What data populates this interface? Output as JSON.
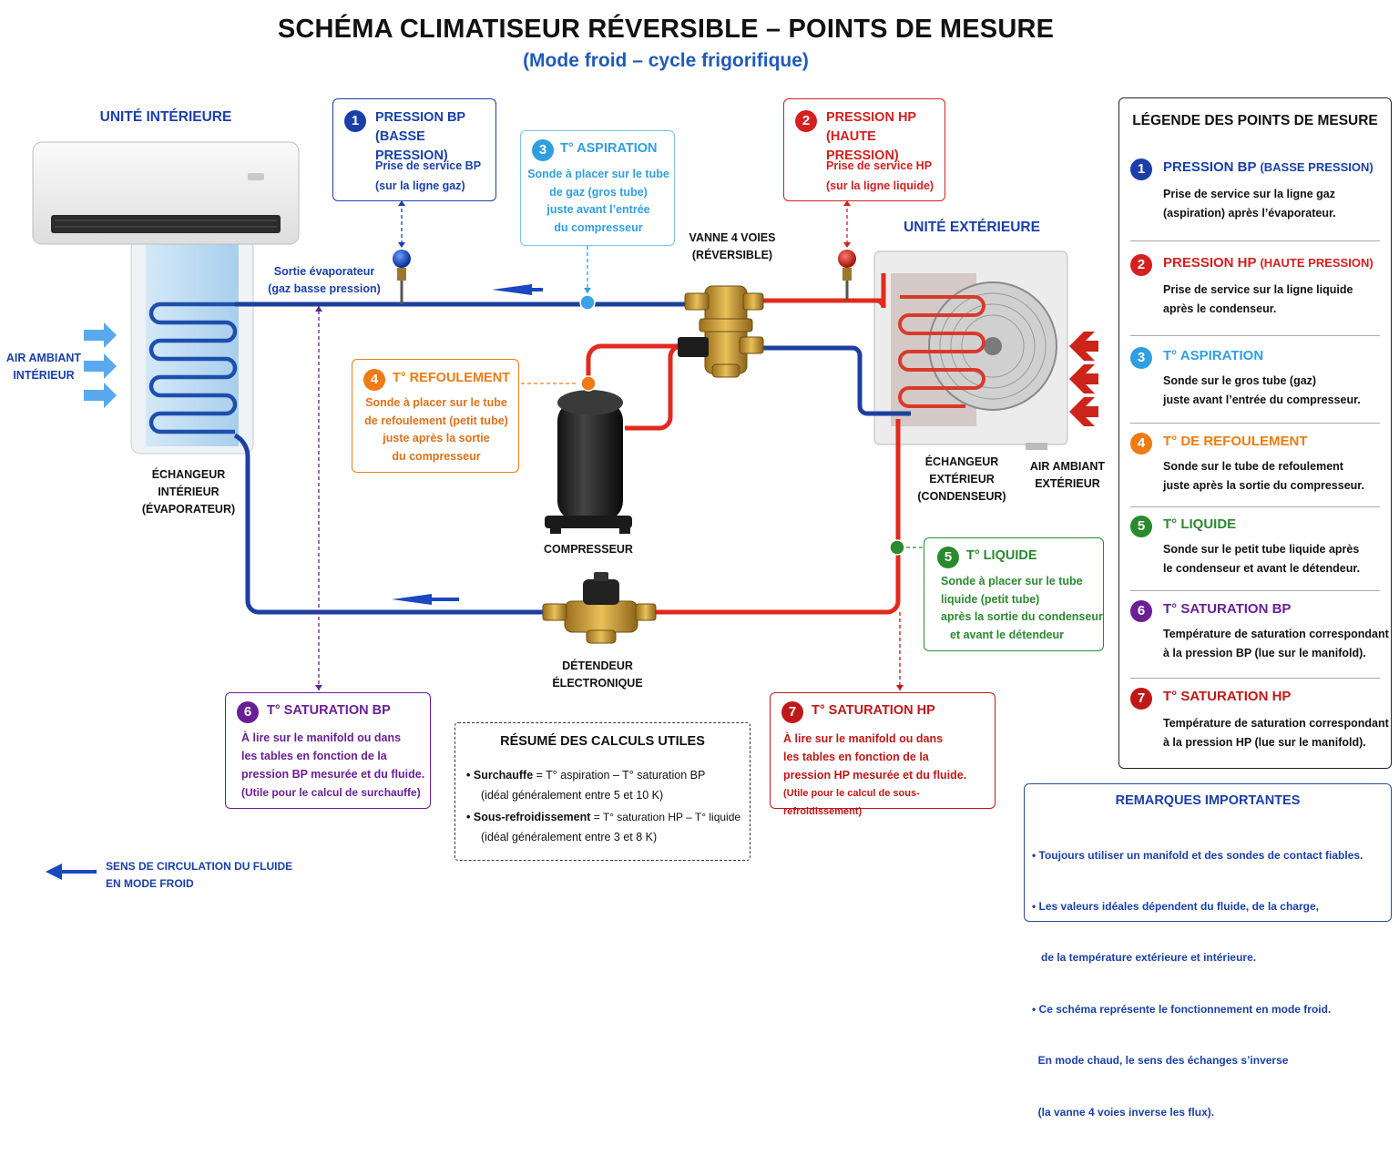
{
  "title": "SCHÉMA CLIMATISEUR RÉVERSIBLE – POINTS DE MESURE",
  "subtitle": "(Mode froid – cycle frigorifique)",
  "labels": {
    "indoor_unit": "UNITÉ INTÉRIEURE",
    "outdoor_unit": "UNITÉ EXTÉRIEURE",
    "evap_outlet": [
      "Sortie évaporateur",
      "(gaz basse pression)"
    ],
    "air_in": [
      "AIR AMBIANT",
      "INTÉRIEUR"
    ],
    "exch_in": [
      "ÉCHANGEUR",
      "INTÉRIEUR",
      "(ÉVAPORATEUR)"
    ],
    "valve4": [
      "VANNE 4 VOIES",
      "(RÉVERSIBLE)"
    ],
    "compressor": "COMPRESSEUR",
    "exch_out": [
      "ÉCHANGEUR",
      "EXTÉRIEUR",
      "(CONDENSEUR)"
    ],
    "air_out": [
      "AIR AMBIANT",
      "EXTÉRIEUR"
    ],
    "expansion": [
      "DÉTENDEUR",
      "ÉLECTRONIQUE"
    ],
    "flow": [
      "SENS DE CIRCULATION DU FLUIDE",
      "EN MODE FROID"
    ]
  },
  "points": {
    "p1": {
      "num": "1",
      "title": "PRESSION BP",
      "title2": "(BASSE PRESSION)",
      "text": [
        "Prise de service BP",
        "(sur la ligne gaz)"
      ],
      "color": "#1a3fa8"
    },
    "p2": {
      "num": "2",
      "title": "PRESSION HP",
      "title2": "(HAUTE PRESSION)",
      "text": [
        "Prise de service HP",
        "(sur la ligne liquide)"
      ],
      "color": "#d42020"
    },
    "p3": {
      "num": "3",
      "title": "T° ASPIRATION",
      "text": [
        "Sonde à placer sur le tube",
        "de gaz (gros tube)",
        "juste avant l’entrée",
        "du compresseur"
      ],
      "color": "#2f9fe0"
    },
    "p4": {
      "num": "4",
      "title": "T° REFOULEMENT",
      "text": [
        "Sonde à placer sur le tube",
        "de refoulement (petit tube)",
        "juste après la sortie",
        "du compresseur"
      ],
      "color": "#f07a14"
    },
    "p5": {
      "num": "5",
      "title": "T° LIQUIDE",
      "text": [
        "Sonde à placer sur le tube",
        "liquide (petit tube)",
        "après la sortie du condenseur",
        "et avant le détendeur"
      ],
      "color": "#2a8a2e"
    },
    "p6": {
      "num": "6",
      "title": "T° SATURATION BP",
      "text": [
        "À lire sur le manifold ou dans",
        "les tables en fonction de la",
        "pression BP mesurée et du fluide.",
        "(Utile pour le calcul de surchauffe)"
      ],
      "color": "#6a1f95"
    },
    "p7": {
      "num": "7",
      "title": "T° SATURATION HP",
      "text": [
        "À lire sur le manifold ou dans",
        "les tables en fonction de la",
        "pression HP mesurée et du fluide.",
        "(Utile pour le calcul de sous-refroidissement)"
      ],
      "color": "#c01818"
    }
  },
  "summary": {
    "title": "RÉSUMÉ DES CALCULS UTILES",
    "items": [
      {
        "key": "Surchauffe",
        "eq": " = T° aspiration – T° saturation BP",
        "note": "(idéal généralement entre 5 et 10 K)"
      },
      {
        "key": "Sous-refroidissement",
        "eq": " = T° saturation HP – T° liquide",
        "note": "(idéal généralement entre 3 et 8 K)"
      }
    ]
  },
  "legend": {
    "title": "LÉGENDE DES POINTS DE MESURE",
    "items": [
      {
        "num": "1",
        "title": "PRESSION BP",
        "sub": "(BASSE PRESSION)",
        "text": [
          "Prise de service sur la ligne gaz",
          "(aspiration) après l’évaporateur."
        ],
        "color": "#1a3fa8"
      },
      {
        "num": "2",
        "title": "PRESSION HP",
        "sub": "(HAUTE PRESSION)",
        "text": [
          "Prise de service sur la ligne liquide",
          "après le condenseur."
        ],
        "color": "#d42020"
      },
      {
        "num": "3",
        "title": "T° ASPIRATION",
        "sub": "",
        "text": [
          "Sonde sur le gros tube (gaz)",
          "juste avant l’entrée du compresseur."
        ],
        "color": "#2f9fe0"
      },
      {
        "num": "4",
        "title": "T° DE REFOULEMENT",
        "sub": "",
        "text": [
          "Sonde sur le tube de refoulement",
          "juste après la sortie du compresseur."
        ],
        "color": "#f07a14"
      },
      {
        "num": "5",
        "title": "T° LIQUIDE",
        "sub": "",
        "text": [
          "Sonde sur le petit tube liquide après",
          "le condenseur et avant le détendeur."
        ],
        "color": "#2a8a2e"
      },
      {
        "num": "6",
        "title": "T° SATURATION BP",
        "sub": "",
        "text": [
          "Température de saturation correspondant",
          "à la pression BP (lue sur le manifold)."
        ],
        "color": "#6a1f95"
      },
      {
        "num": "7",
        "title": "T° SATURATION HP",
        "sub": "",
        "text": [
          "Température de saturation correspondant",
          "à la pression HP (lue sur le manifold)."
        ],
        "color": "#c01818"
      }
    ]
  },
  "remarks": {
    "title": "REMARQUES IMPORTANTES",
    "lines": [
      "• Toujours utiliser un manifold et des sondes de contact fiables.",
      "• Les valeurs idéales dépendent du fluide, de la charge,",
      "   de la température extérieure et intérieure.",
      "• Ce schéma représente le fonctionnement en mode froid.",
      "  En mode chaud, le sens des échanges s’inverse",
      "  (la vanne 4 voies inverse les flux)."
    ]
  },
  "colors": {
    "low_pressure": "#1d3f9e",
    "high_pressure": "#e02a1e",
    "discharge": "#e02a1e"
  }
}
